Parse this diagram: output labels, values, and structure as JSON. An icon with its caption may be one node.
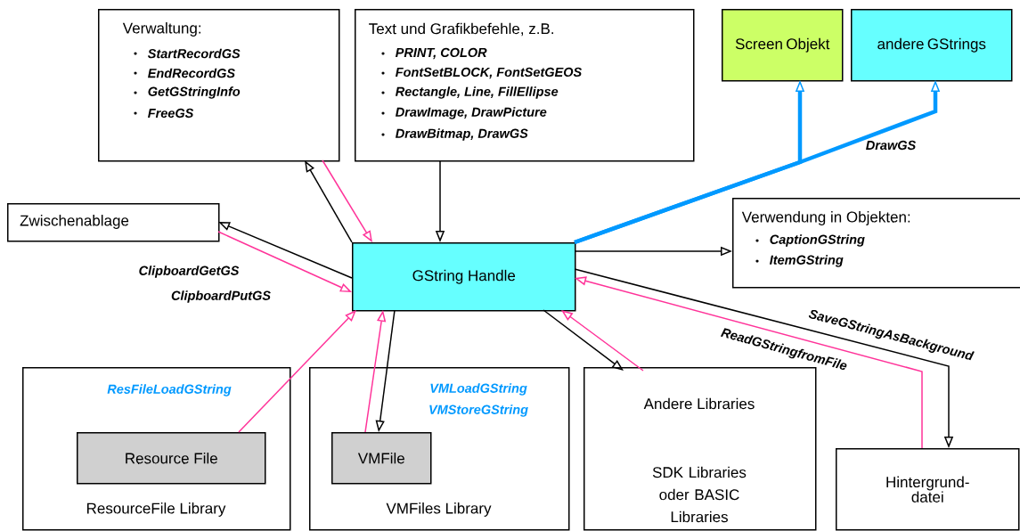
{
  "diagram": {
    "nodes": [
      {
        "text": [
          "Verwaltung:",
          "StartRecordGS",
          "EndRecordGS",
          "GetGStringInfo",
          "FreeGS"
        ]
      },
      {
        "text": [
          "Text und Grafikbefehle, z.B.",
          "PRINT, COLOR",
          "FontSetBLOCK, FontSetGEOS",
          "Rectangle, Line, FillEllipse",
          "DrawImage, DrawPicture",
          "DrawBitmap, DrawGS"
        ]
      },
      {
        "text": [
          "Screen Objekt"
        ]
      },
      {
        "text": [
          "andere GStrings"
        ]
      },
      {
        "text": [
          "Zwischenablage"
        ]
      },
      {
        "text": [
          "GString Handle"
        ]
      },
      {
        "text": [
          "Verwendung in Objekten:",
          "CaptionGString",
          "ItemGString"
        ]
      },
      {
        "text": [
          "ResourceFile Library"
        ]
      },
      {
        "text": [
          "Resource File"
        ],
        "in": 7
      },
      {
        "text": [
          "VMFiles Library"
        ]
      },
      {
        "text": [
          "VMFile"
        ],
        "in": 9
      },
      {
        "text": [
          "Andere Libraries",
          "SDK Libraries oder BASIC Libraries"
        ]
      },
      {
        "text": [
          "Hintergrund-datei"
        ]
      }
    ],
    "edges": [
      {
        "from": 5,
        "to": 0,
        "arrow": "to"
      },
      {
        "from": 0,
        "to": 5,
        "arrow": "to",
        "color": "#ff3399"
      },
      {
        "from": 1,
        "to": 5,
        "arrow": "to"
      },
      {
        "from": 5,
        "to": 4,
        "arrow": "to",
        "label": "ClipboardPutGS"
      },
      {
        "from": 4,
        "to": 5,
        "arrow": "to",
        "color": "#ff3399",
        "label": "ClipboardGetGS"
      },
      {
        "from": 5,
        "to": 2,
        "arrow": "to",
        "style": "thick",
        "color": "#0099ff"
      },
      {
        "from": 5,
        "to": 3,
        "arrow": "to",
        "style": "thick",
        "color": "#0099ff",
        "label": "DrawGS"
      },
      {
        "from": 5,
        "to": 6,
        "arrow": "to"
      },
      {
        "from": 8,
        "to": 5,
        "arrow": "to",
        "color": "#ff3399",
        "label": "ResFileLoadGString"
      },
      {
        "from": 5,
        "to": 10,
        "arrow": "to",
        "label": "VMStoreGString"
      },
      {
        "from": 10,
        "to": 5,
        "arrow": "to",
        "color": "#ff3399",
        "label": "VMLoadGString"
      },
      {
        "from": 5,
        "to": 11,
        "arrow": "to"
      },
      {
        "from": 11,
        "to": 5,
        "arrow": "to",
        "color": "#ff3399"
      },
      {
        "from": 5,
        "to": 12,
        "arrow": "to",
        "label": "SaveGStringAsBackground"
      },
      {
        "from": 12,
        "to": 5,
        "arrow": "to",
        "color": "#ff3399",
        "label": "ReadGStringfromFile"
      }
    ]
  }
}
